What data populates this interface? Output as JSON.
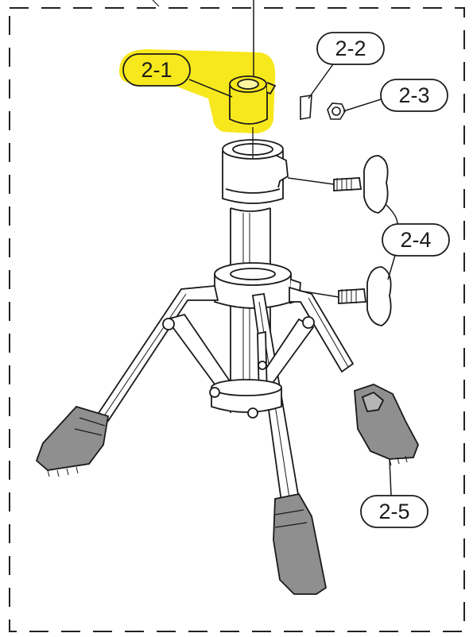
{
  "diagram": {
    "callouts": [
      {
        "id": "callout-2-1",
        "text": "2-1",
        "highlighted": true
      },
      {
        "id": "callout-2-2",
        "text": "2-2",
        "highlighted": false
      },
      {
        "id": "callout-2-3",
        "text": "2-3",
        "highlighted": false
      },
      {
        "id": "callout-2-4",
        "text": "2-4",
        "highlighted": false
      },
      {
        "id": "callout-2-5",
        "text": "2-5",
        "highlighted": false
      }
    ],
    "colors": {
      "highlight": "#f7e81d",
      "line": "#1a1a1a",
      "rubber_foot": "#8f8f8f",
      "border_dash": "#222222"
    }
  }
}
